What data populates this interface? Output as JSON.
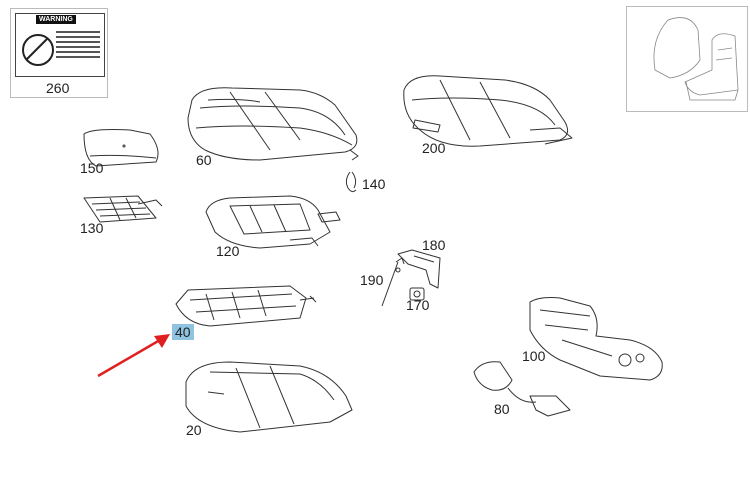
{
  "warning_label": {
    "header": "WARNING"
  },
  "parts": [
    {
      "id": "260",
      "label": "260"
    },
    {
      "id": "60",
      "label": "60"
    },
    {
      "id": "200",
      "label": "200"
    },
    {
      "id": "150",
      "label": "150"
    },
    {
      "id": "140",
      "label": "140"
    },
    {
      "id": "130",
      "label": "130"
    },
    {
      "id": "120",
      "label": "120"
    },
    {
      "id": "180",
      "label": "180"
    },
    {
      "id": "190",
      "label": "190"
    },
    {
      "id": "170",
      "label": "170"
    },
    {
      "id": "40",
      "label": "40",
      "highlighted": true
    },
    {
      "id": "100",
      "label": "100"
    },
    {
      "id": "80",
      "label": "80"
    },
    {
      "id": "20",
      "label": "20"
    }
  ],
  "colors": {
    "highlight": "#8fc3e0",
    "arrow": "#e02020",
    "line": "#333333"
  }
}
